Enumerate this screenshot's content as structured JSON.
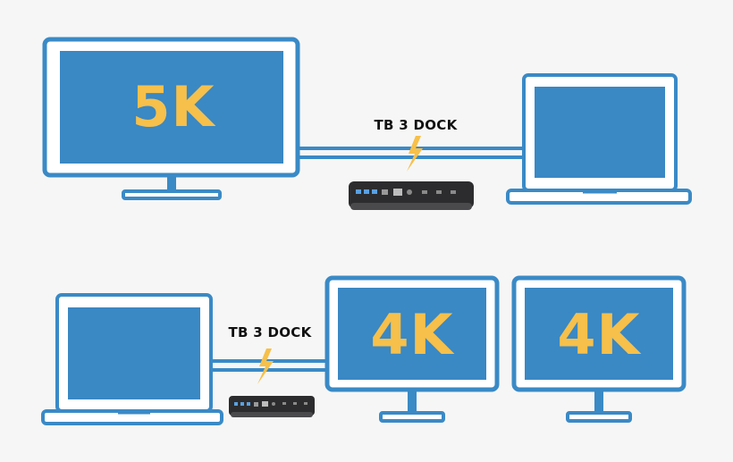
{
  "colors": {
    "outline": "#3a8ac6",
    "screen": "#3a88c4",
    "resolution_text": "#f6c04a",
    "bolt": "#f6c04a",
    "dock_body": "#2c2c2e",
    "background": "#f6f6f6"
  },
  "top_setup": {
    "monitor": {
      "resolution_label": "5K"
    },
    "dock": {
      "label": "TB 3 DOCK",
      "icon": "thunderbolt-icon"
    },
    "laptop": {
      "icon": "laptop-icon"
    }
  },
  "bottom_setup": {
    "laptop": {
      "icon": "laptop-icon"
    },
    "dock": {
      "label": "TB 3 DOCK",
      "icon": "thunderbolt-icon"
    },
    "monitor_left": {
      "resolution_label": "4K"
    },
    "monitor_right": {
      "resolution_label": "4K"
    }
  }
}
